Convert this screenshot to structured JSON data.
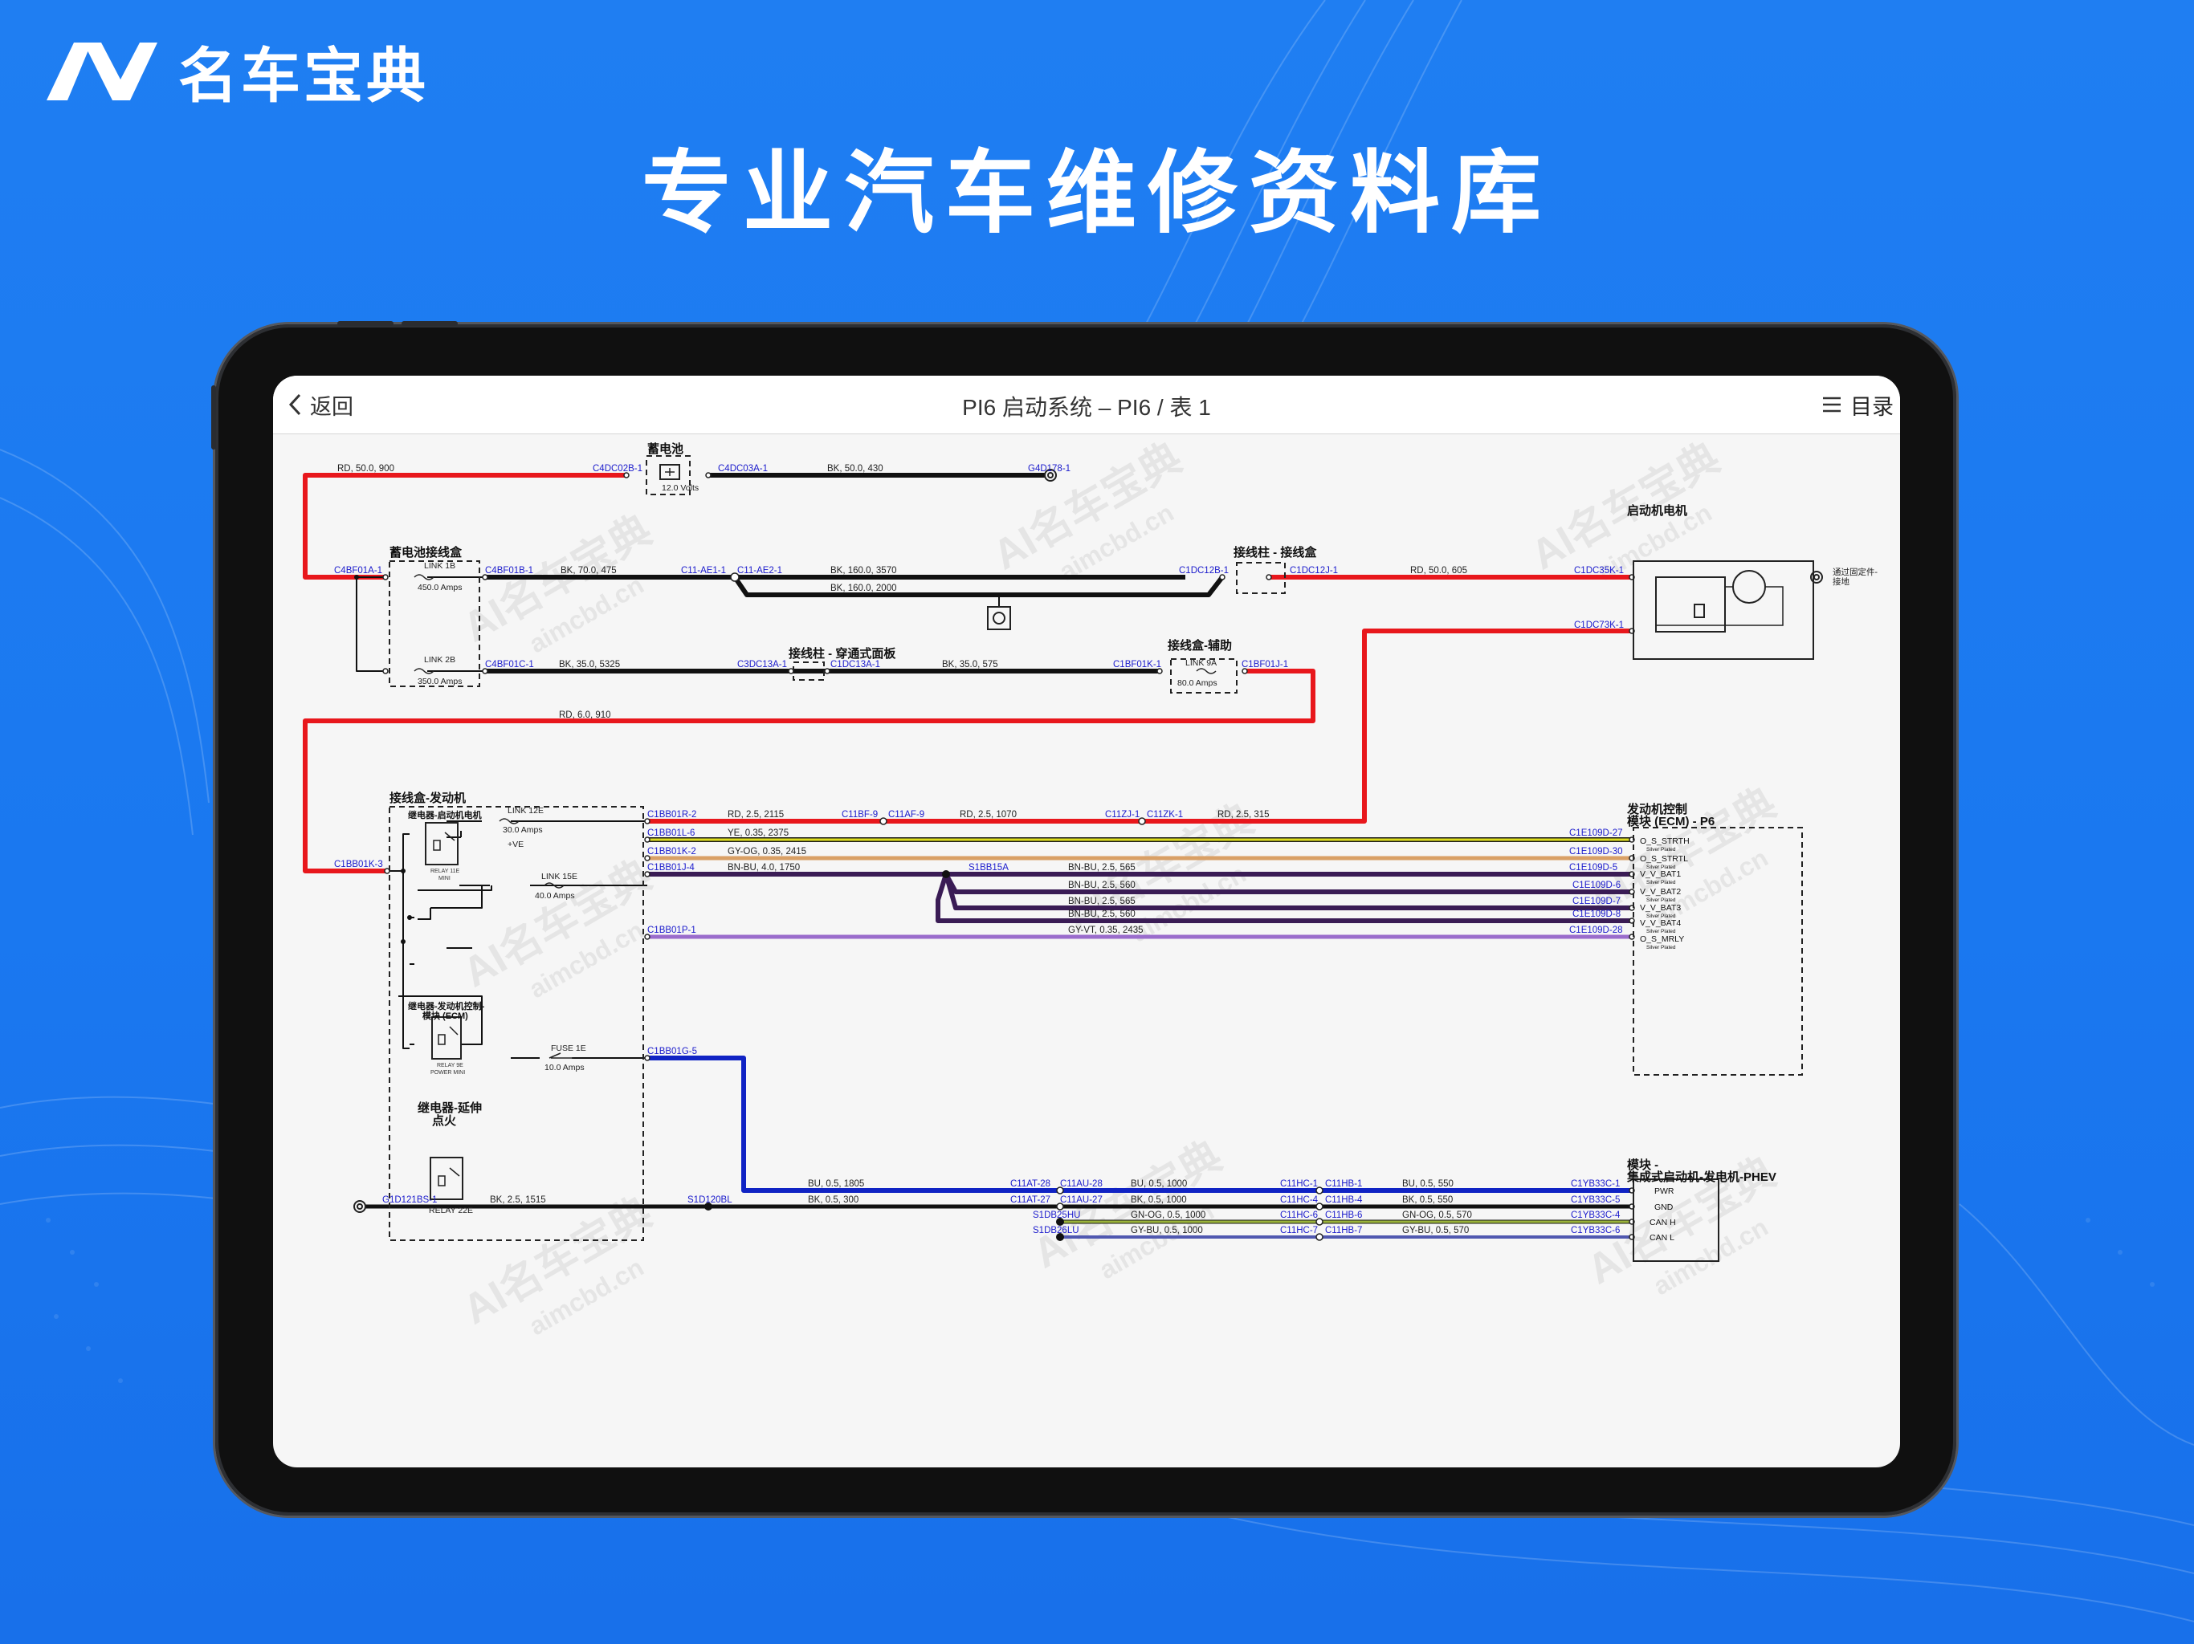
{
  "brand": {
    "name": "名车宝典",
    "logo_icon": "mcbd-logo-icon"
  },
  "headline": "专业汽车维修资料库",
  "app": {
    "back_label": "返回",
    "title": "PI6 启动系统 – PI6 / 表 1",
    "toc_label": "目录"
  },
  "colors": {
    "background": "#1a78f0",
    "red": "#e8171c",
    "blue": "#1023c4",
    "yellow": "#dddd1e",
    "orange": "#d9a066",
    "purple": "#3a1c55",
    "violet": "#9a6ccc",
    "green": "#9ab33a",
    "connector": "#1a1acc"
  },
  "watermark": {
    "main": "AI名车宝典",
    "sub": "aimcbd.cn"
  },
  "components": {
    "battery": {
      "title": "蓄电池",
      "rating": "12.0 Volts"
    },
    "battery_box": {
      "title": "蓄电池接线盒",
      "link1_name": "LINK 1B",
      "link1_amps": "450.0 Amps",
      "link2_name": "LINK 2B",
      "link2_amps": "350.0 Amps"
    },
    "post_box": {
      "title": "接线柱 - 接线盒"
    },
    "starter": {
      "title": "启动机电机",
      "ground_note_1": "通过固定件-",
      "ground_note_2": "接地"
    },
    "passthrough": {
      "title": "接线柱 - 穿通式面板"
    },
    "aux_box": {
      "title": "接线盒-辅助",
      "link_name": "LINK 9A",
      "link_amps": "80.0 Amps"
    },
    "engine_box": {
      "title": "接线盒-发动机"
    },
    "relay_starter": {
      "title": "继电器-启动机电机",
      "relay_name": "RELAY 11E",
      "relay_type": "MINI",
      "link_name": "LINK 12E",
      "link_amps": "30.0 Amps",
      "ve": "+VE"
    },
    "link15": {
      "name": "LINK 15E",
      "amps": "40.0 Amps"
    },
    "relay_ecm": {
      "title_1": "继电器-发动机控制-",
      "title_2": "模块 (ECM)",
      "relay_name": "RELAY 9E",
      "relay_type": "POWER MINI"
    },
    "relay_ign": {
      "title_1": "继电器-延伸",
      "title_2": "点火",
      "relay_name": "RELAY 22E",
      "fuse_name": "FUSE 1E",
      "fuse_amps": "10.0 Amps"
    },
    "ecm": {
      "title_1": "发动机控制",
      "title_2": "模块 (ECM) - P6",
      "pins": [
        {
          "name": "O_S_STRTH",
          "note": "Silver Plated"
        },
        {
          "name": "O_S_STRTL",
          "note": "Silver Plated"
        },
        {
          "name": "V_V_BAT1",
          "note": "Silver Plated"
        },
        {
          "name": "V_V_BAT2",
          "note": "Silver Plated"
        },
        {
          "name": "V_V_BAT3",
          "note": "Silver Plated"
        },
        {
          "name": "V_V_BAT4",
          "note": "Silver Plated"
        },
        {
          "name": "O_S_MRLY",
          "note": "Silver Plated"
        }
      ]
    },
    "isg": {
      "title_1": "模块 -",
      "title_2": "集成式启动机-发电机-PHEV",
      "pins": [
        "PWR",
        "GND",
        "CAN H",
        "CAN L"
      ]
    }
  },
  "connectors": {
    "c4dc02b1": "C4DC02B-1",
    "c4dc03a1": "C4DC03A-1",
    "g4d1781": "G4D178-1",
    "c4bf01a1": "C4BF01A-1",
    "c4bf01b1": "C4BF01B-1",
    "c11ae11": "C11-AE1-1",
    "c11ae21": "C11-AE2-1",
    "c1dc12b1": "C1DC12B-1",
    "c1dc12j1": "C1DC12J-1",
    "c1dc35k1": "C1DC35K-1",
    "c1dc73k1": "C1DC73K-1",
    "c4bf01c1": "C4BF01C-1",
    "c3dc13a1": "C3DC13A-1",
    "c1dc13a1": "C1DC13A-1",
    "c1bf01k1": "C1BF01K-1",
    "c1bf01j1": "C1BF01J-1",
    "c1bb01r2": "C1BB01R-2",
    "c11bf9": "C11BF-9",
    "c11af9": "C11AF-9",
    "c11zj1": "C11ZJ-1",
    "c11zk1": "C11ZK-1",
    "c1bb01l6": "C1BB01L-6",
    "c1bb01k2": "C1BB01K-2",
    "c1bb01j4": "C1BB01J-4",
    "s1bb15a": "S1BB15A",
    "c1bb01p1": "C1BB01P-1",
    "c1bb01k3": "C1BB01K-3",
    "c1bb01g5": "C1BB01G-5",
    "c1e109d27": "C1E109D-27",
    "c1e109d30": "C1E109D-30",
    "c1e109d5": "C1E109D-5",
    "c1e109d6": "C1E109D-6",
    "c1e109d7": "C1E109D-7",
    "c1e109d8": "C1E109D-8",
    "c1e109d28": "C1E109D-28",
    "c11at28": "C11AT-28",
    "c11au28": "C11AU-28",
    "c11hc1": "C11HC-1",
    "c11hb1": "C11HB-1",
    "c1yb33c1": "C1YB33C-1",
    "g1d121bs1": "G1D121BS-1",
    "s1d120bl": "S1D120BL",
    "c11at27": "C11AT-27",
    "c11au27": "C11AU-27",
    "c11hc4": "C11HC-4",
    "c11hb4": "C11HB-4",
    "c1yb33c5": "C1YB33C-5",
    "s1db25hu": "S1DB25HU",
    "c11hc6": "C11HC-6",
    "c11hb6": "C11HB-6",
    "c1yb33c4": "C1YB33C-4",
    "s1db26lu": "S1DB26LU",
    "c11hc7": "C11HC-7",
    "c11hb7": "C11HB-7",
    "c1yb33c6": "C1YB33C-6"
  },
  "wires": {
    "w_rd_900": "RD,  50.0,  900",
    "w_bk_430": "BK,  50.0,  430",
    "w_bk_475": "BK,  70.0,  475",
    "w_bk_3570": "BK,  160.0,  3570",
    "w_bk_2000": "BK,  160.0,  2000",
    "w_rd_605": "RD,  50.0,  605",
    "w_bk_5325": "BK,  35.0,  5325",
    "w_bk_575": "BK,  35.0,  575",
    "w_rd_910": "RD,  6.0,  910",
    "w_rd_2115": "RD,  2.5,  2115",
    "w_rd_1070": "RD,  2.5,  1070",
    "w_rd_315": "RD,  2.5,  315",
    "w_ye_2375": "YE,  0.35,  2375",
    "w_gyog_2415": "GY-OG,  0.35,  2415",
    "w_bnbu_1750": "BN-BU,  4.0,  1750",
    "w_bnbu_565a": "BN-BU,  2.5,  565",
    "w_bnbu_560a": "BN-BU,  2.5,  560",
    "w_bnbu_565b": "BN-BU,  2.5,  565",
    "w_bnbu_560b": "BN-BU,  2.5,  560",
    "w_gyvt_2435": "GY-VT,  0.35,  2435",
    "w_bu_1805": "BU,  0.5,  1805",
    "w_bu_1000": "BU,  0.5,  1000",
    "w_bu_550": "BU,  0.5,  550",
    "w_bk_1515": "BK,  2.5,  1515",
    "w_bk_300": "BK,  0.5,  300",
    "w_bk_1000": "BK,  0.5,  1000",
    "w_bk_550": "BK,  0.5,  550",
    "w_gnog_1000": "GN-OG,  0.5,  1000",
    "w_gnog_570": "GN-OG,  0.5,  570",
    "w_gybu_1000": "GY-BU,  0.5,  1000",
    "w_gybu_570": "GY-BU,  0.5,  570"
  }
}
